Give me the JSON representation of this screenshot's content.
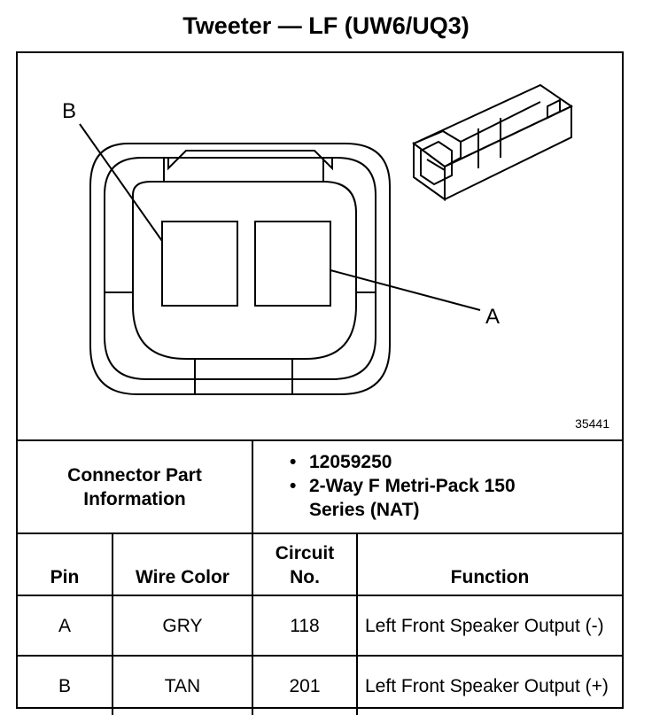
{
  "title": "Tweeter — LF (UW6/UQ3)",
  "figure_number": "35441",
  "callouts": {
    "b": "B",
    "a": "A"
  },
  "connector_info": {
    "label": "Connector Part Information",
    "items": [
      "12059250",
      "2-Way F Metri-Pack 150 Series (NAT)"
    ]
  },
  "pin_table": {
    "headers": [
      "Pin",
      "Wire Color",
      "Circuit No.",
      "Function"
    ],
    "rows": [
      {
        "pin": "A",
        "wire_color": "GRY",
        "circuit": "118",
        "function": "Left Front Speaker Output (-)"
      },
      {
        "pin": "B",
        "wire_color": "TAN",
        "circuit": "201",
        "function": "Left Front Speaker Output (+)"
      }
    ]
  }
}
